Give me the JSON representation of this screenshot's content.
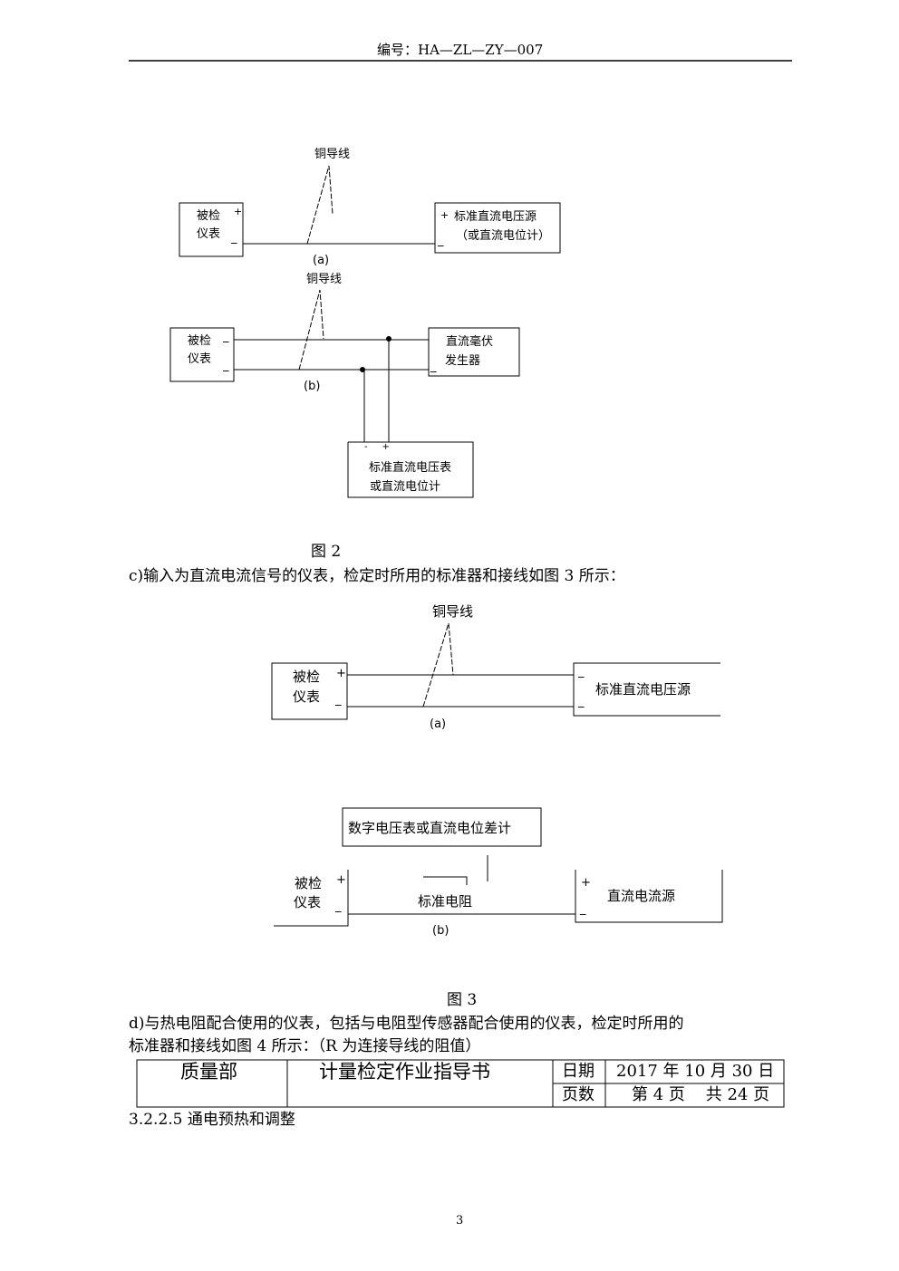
{
  "header": {
    "code": "编号：HA—ZL—ZY—007"
  },
  "fig2a": {
    "wire": "铜导线",
    "dut_line1": "被检",
    "dut_line2": "仪表",
    "plus": "+",
    "minus": "_",
    "src_line1": "标准直流电压源",
    "src_line2": "（或直流电位计）",
    "label": "(a)"
  },
  "fig2b": {
    "wire": "铜导线",
    "dut_line1": "被检",
    "dut_line2": "仪表",
    "minus": "_",
    "gen_line1": "直流毫伏",
    "gen_line2": "发生器",
    "meter_terms": "-     +",
    "meter_line1": "标准直流电压表",
    "meter_line2": "或直流电位计",
    "label": "(b)"
  },
  "fig2_caption": "图 2",
  "para_c": "c)输入为直流电流信号的仪表，检定时所用的标准器和接线如图 3 所示：",
  "fig3a": {
    "wire": "铜导线",
    "dut_line1": "被检",
    "dut_line2": "仪表",
    "plus": "+",
    "minus": "_",
    "src": "标准直流电压源",
    "label": "(a)"
  },
  "fig3b": {
    "meter": "数字电压表或直流电位差计",
    "resistor": "标准电阻",
    "dut_line1": "被检",
    "dut_line2": "仪表",
    "plus": "+",
    "minus": "_",
    "src": "直流电流源",
    "label": "(b)"
  },
  "fig3_caption": "图 3",
  "para_d1": "d)与热电阻配合使用的仪表，包括与电阻型传感器配合使用的仪表，检定时所用的",
  "para_d2": "标准器和接线如图 4 所示：（R 为连接导线的阻值）",
  "footer_table": {
    "dept": "质量部",
    "title": "计量检定作业指导书",
    "date_label": "日期",
    "date_value": "2017 年 10 月 30 日",
    "page_label": "页数",
    "page_value": "第 4 页    共 24 页"
  },
  "section": "3.2.2.5 通电预热和调整",
  "page_number": "3"
}
